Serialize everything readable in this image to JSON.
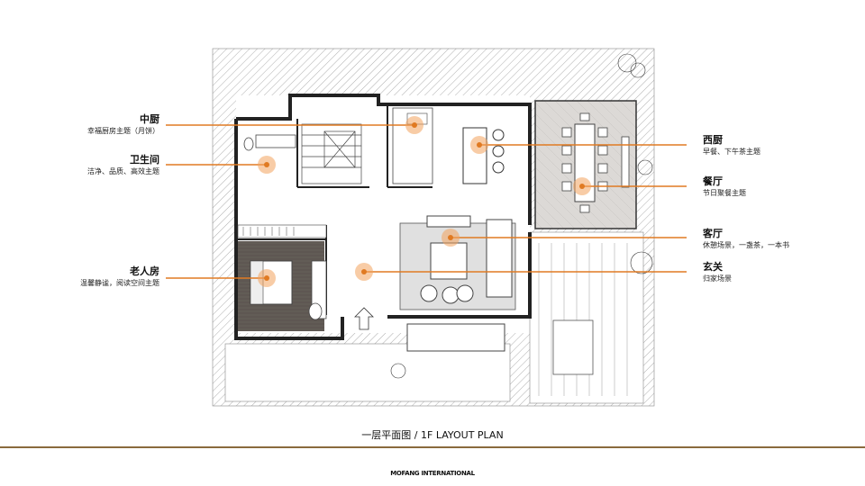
{
  "plan": {
    "caption": "一层平面图 / 1F LAYOUT PLAN",
    "brand": "MOFANG INTERNATIONAL"
  },
  "colors": {
    "accent": "#e07a22",
    "marker": "#f3a35c",
    "rule": "#8a6a3d",
    "wall": "#222222",
    "hatch": "#9a9a9a",
    "tile": "#d9d6d3",
    "wood": "#5e5752"
  },
  "labels": {
    "kitchen_cn": {
      "title": "中厨",
      "subtitle": "幸福厨房主题（月饼）"
    },
    "bathroom": {
      "title": "卫生间",
      "subtitle": "洁净、品质、高效主题"
    },
    "elder_room": {
      "title": "老人房",
      "subtitle": "温馨静谧，阅读空间主题"
    },
    "kitchen_west": {
      "title": "西厨",
      "subtitle": "早餐、下午茶主题"
    },
    "dining": {
      "title": "餐厅",
      "subtitle": "节日聚餐主题"
    },
    "living": {
      "title": "客厅",
      "subtitle": "休憩场景，一盏茶，一本书"
    },
    "foyer": {
      "title": "玄关",
      "subtitle": "归家场景"
    }
  }
}
